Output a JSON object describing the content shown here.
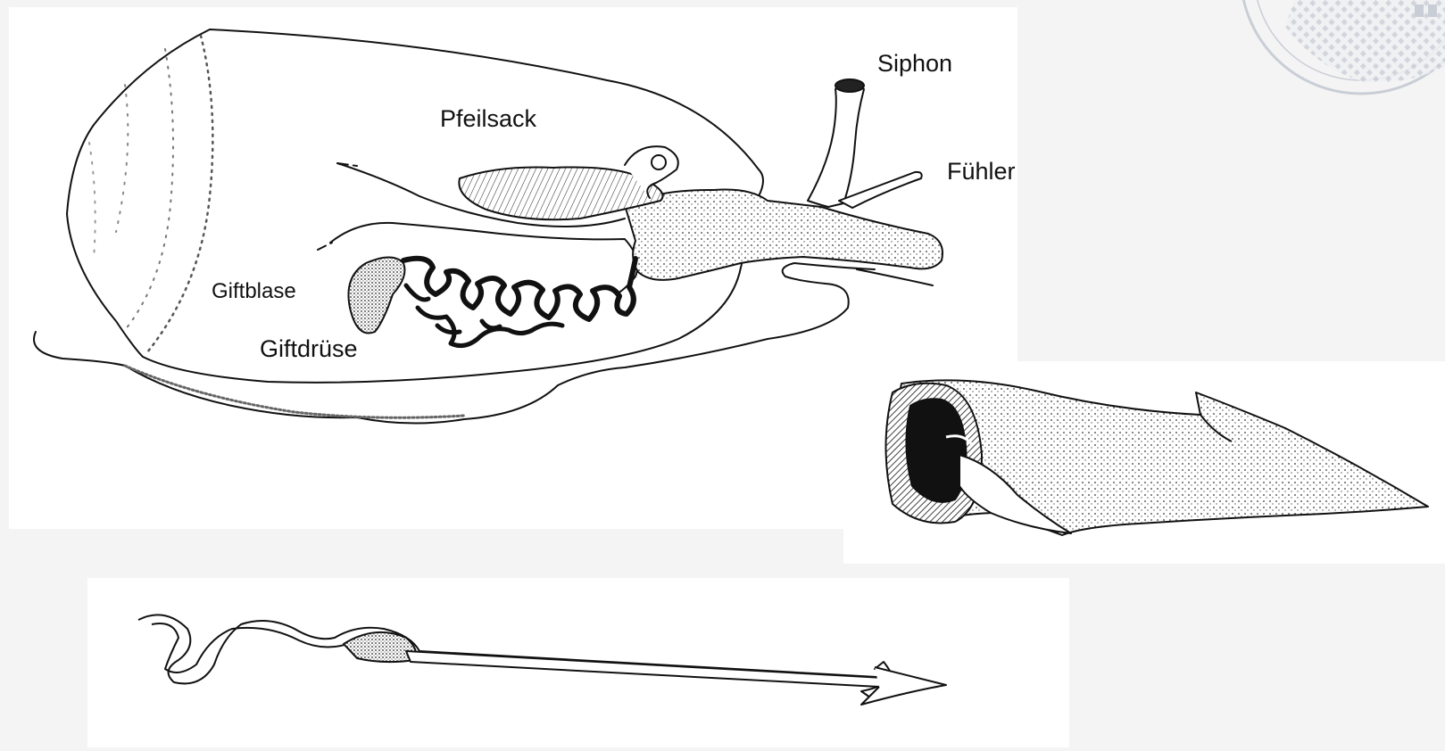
{
  "figure": {
    "labels": {
      "siphon": "Siphon",
      "fuehler": "Fühler",
      "pfeilsack": "Pfeilsack",
      "giftblase": "Giftblase",
      "giftdruese": "Giftdrüse"
    }
  },
  "colors": {
    "ink": "#111111",
    "paper": "#ffffff",
    "page_tint": "#f4f4f4",
    "seal": "#c9ced6"
  },
  "icons": {
    "seal": "university-seal-watermark"
  }
}
